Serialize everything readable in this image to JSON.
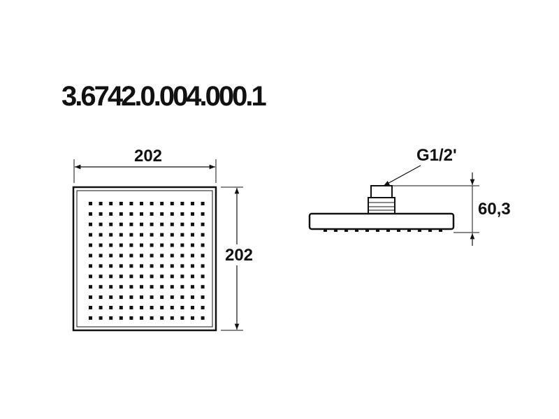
{
  "product_code": "3.6742.0.004.000.1",
  "dimensions": {
    "width": "202",
    "depth": "202",
    "height": "60,3",
    "thread": "G1/2'"
  },
  "nozzle_grid": {
    "rows": 12,
    "cols": 12
  },
  "colors": {
    "line": "#111111",
    "background": "#ffffff"
  }
}
